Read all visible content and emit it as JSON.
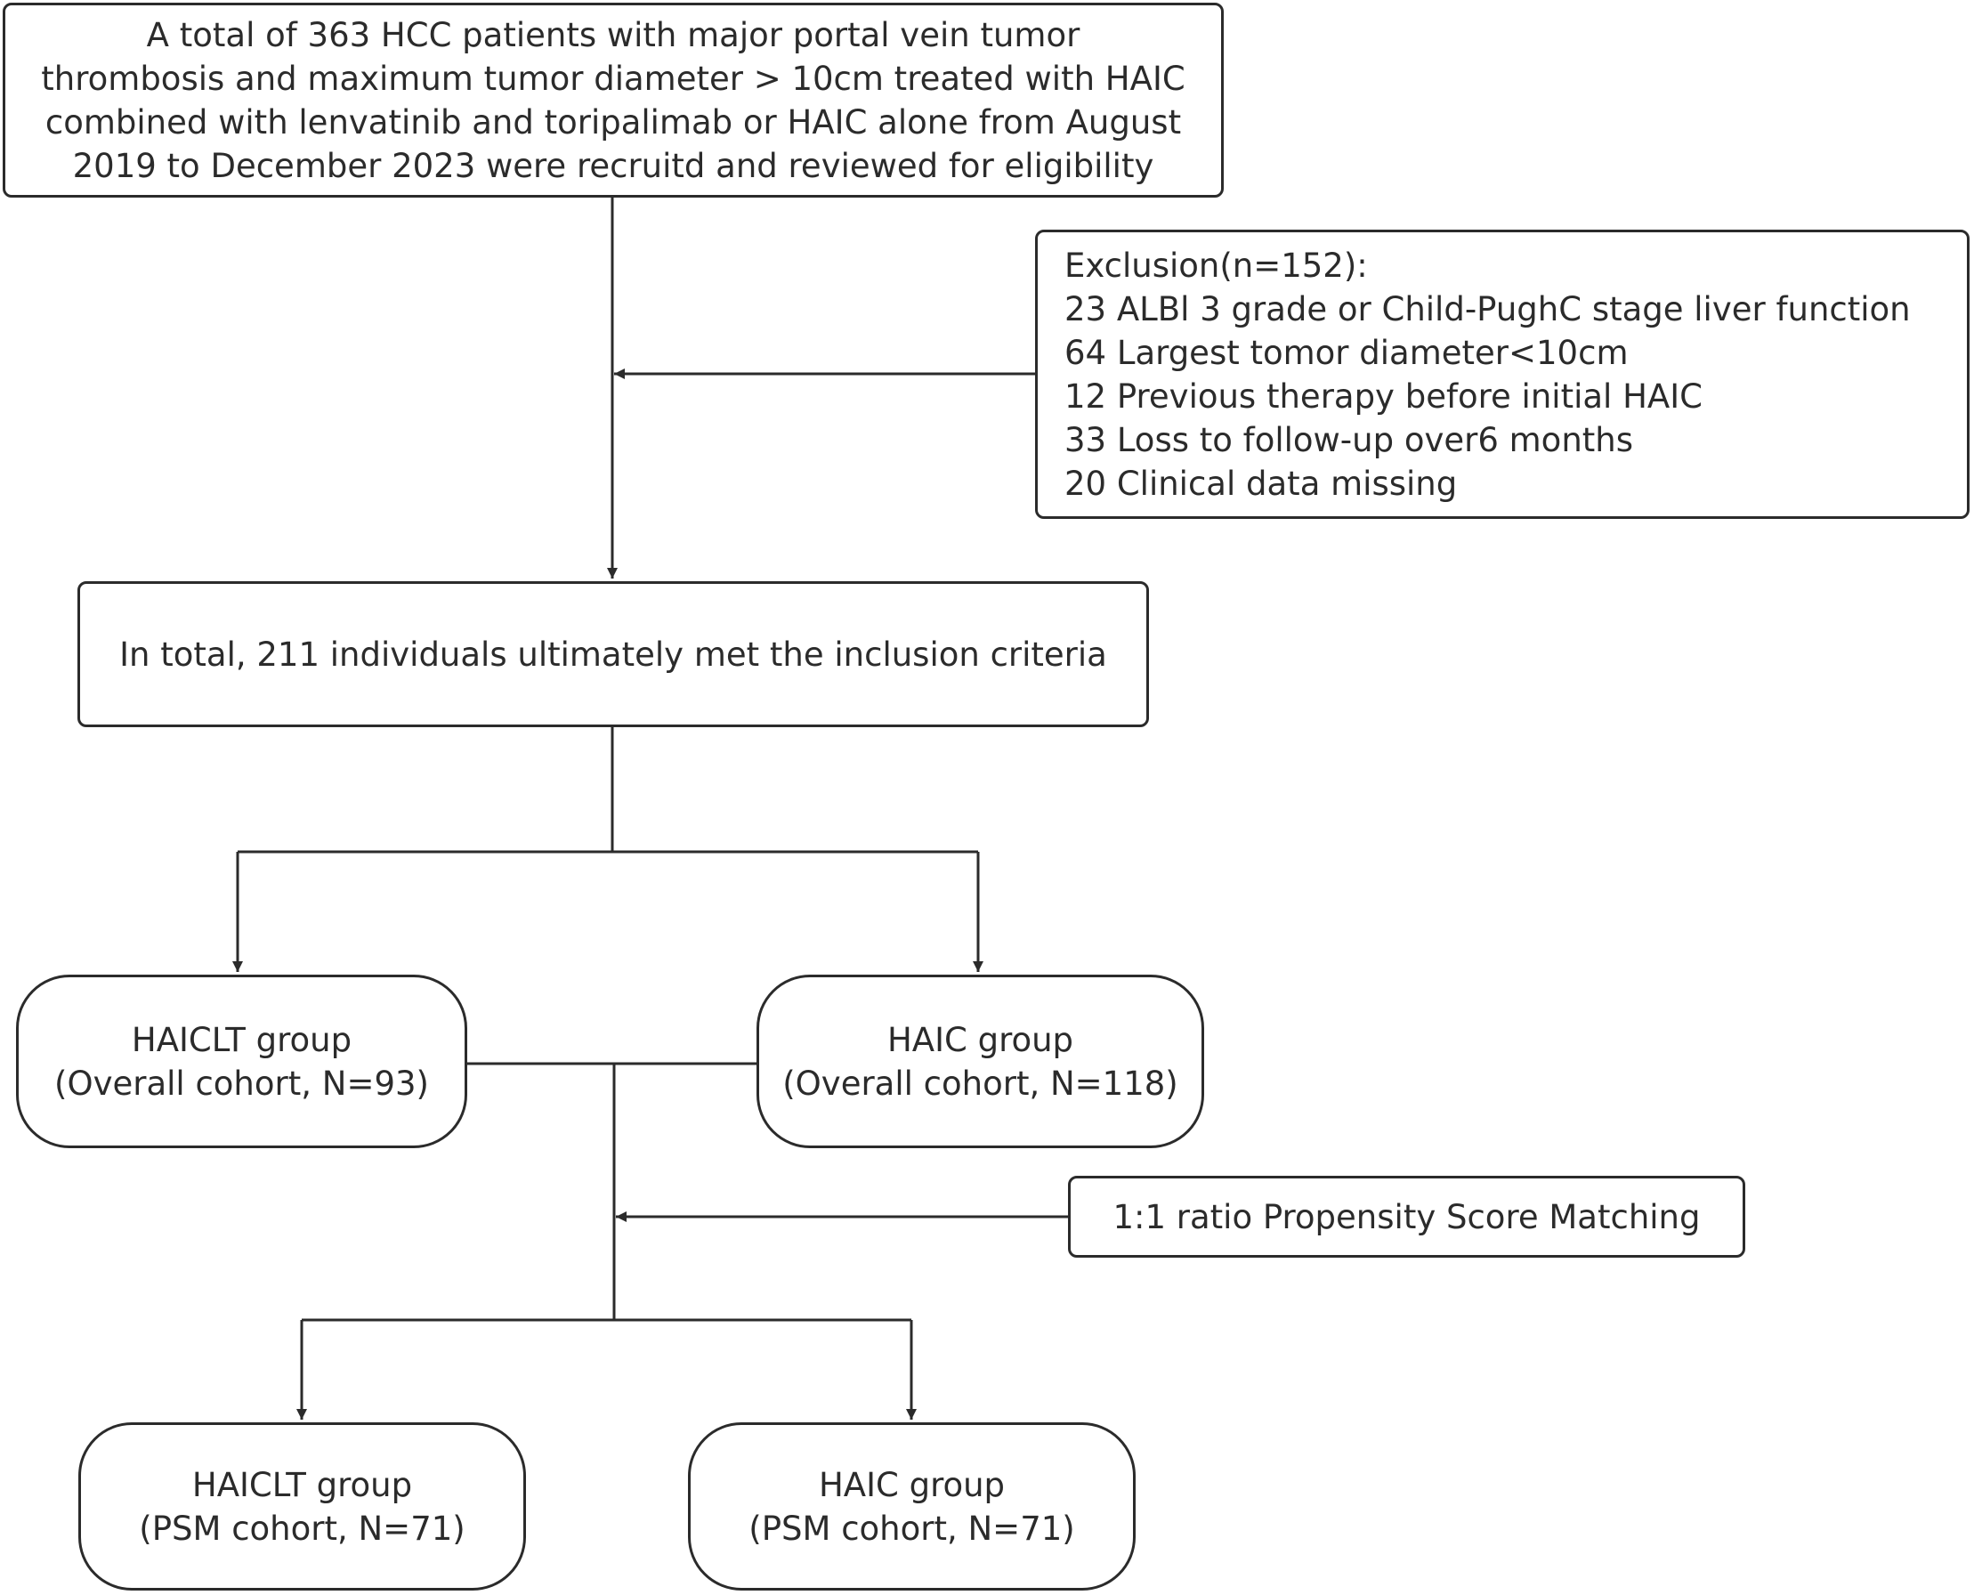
{
  "start_box": {
    "lines": [
      "A total of 363 HCC patients with major portal vein tumor",
      "thrombosis and maximum tumor diameter > 10cm treated with HAIC",
      "combined with lenvatinib and toripalimab or HAIC alone  from August",
      "2019 to December 2023 were recruitd and reviewed for eligibility"
    ]
  },
  "exclusion_box": {
    "title": "Exclusion(n=152):",
    "items": [
      "23 ALBl 3 grade or Child-PughC stage liver function",
      "64 Largest tomor diameter<10cm",
      "12 Previous therapy before initial HAIC",
      "33 Loss to follow-up over6 months",
      "20 Clinical data missing"
    ]
  },
  "inclusion_box": {
    "text": "In total, 211 individuals ultimately met the inclusion criteria"
  },
  "overall_haiclt": {
    "name": "HAICLT group",
    "detail": "(Overall cohort, N=93)"
  },
  "overall_haic": {
    "name": "HAIC group",
    "detail": "(Overall cohort, N=118)"
  },
  "psm_box": {
    "text": "1:1 ratio Propensity Score Matching"
  },
  "psm_haiclt": {
    "name": "HAICLT group",
    "detail": "(PSM cohort, N=71)"
  },
  "psm_haic": {
    "name": "HAIC group",
    "detail": "(PSM cohort, N=71)"
  },
  "colors": {
    "stroke": "#2b2b2b",
    "text": "#2b2b2b",
    "background": "#ffffff"
  }
}
